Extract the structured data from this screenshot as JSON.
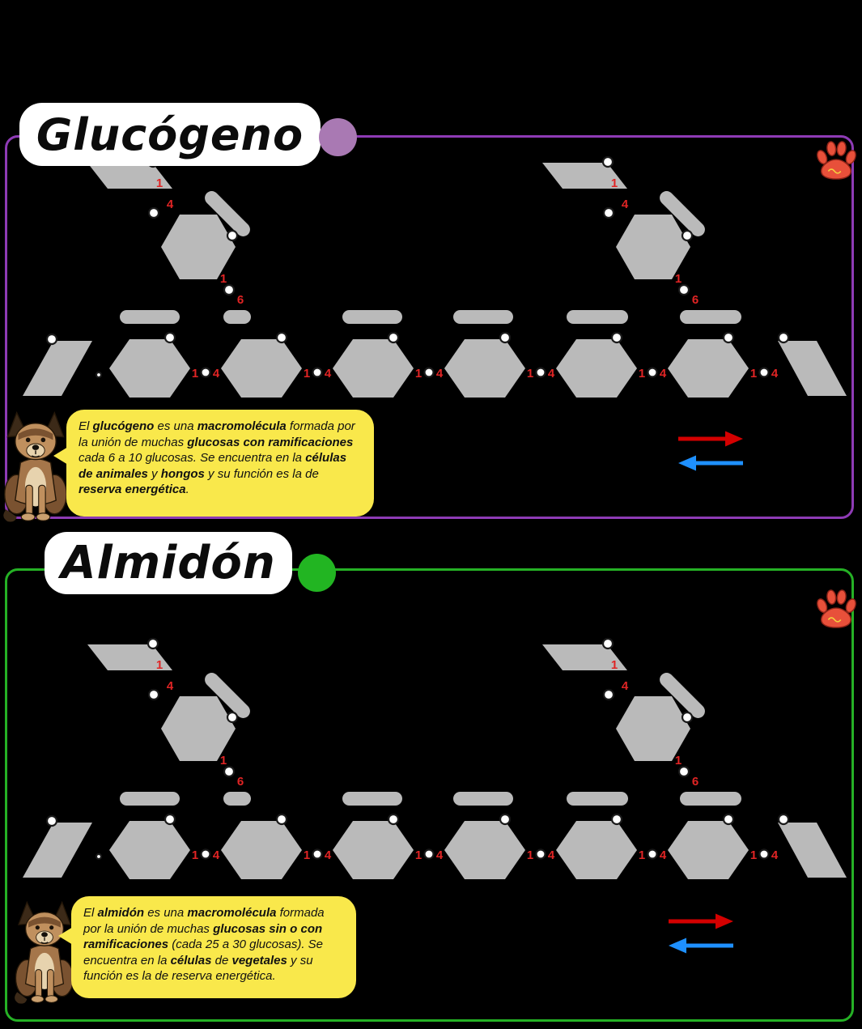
{
  "page": {
    "background": "#000000"
  },
  "bond_labels": {
    "c1": "1",
    "c4": "4",
    "c6": "6"
  },
  "icons": {
    "corner_logo": "paw-print",
    "mascot": "dog"
  },
  "sections": [
    {
      "title": "Glucógeno",
      "accent": "#8e3bb5",
      "dot_color": "#a979b3",
      "arrow_right_color": "#d40000",
      "arrow_left_color": "#1e90ff",
      "bubble_segments": [
        {
          "t": "El ",
          "b": false
        },
        {
          "t": "glucógeno",
          "b": true
        },
        {
          "t": " es una ",
          "b": false
        },
        {
          "t": "macromolécula",
          "b": true
        },
        {
          "t": " formada por la unión de muchas ",
          "b": false
        },
        {
          "t": "glucosas con ramificaciones",
          "b": true
        },
        {
          "t": " cada 6 a 10 glucosas. Se encuentra en la ",
          "b": false
        },
        {
          "t": "células de animales",
          "b": true
        },
        {
          "t": " y ",
          "b": false
        },
        {
          "t": "hongos",
          "b": true
        },
        {
          "t": " y su función es la de ",
          "b": false
        },
        {
          "t": "reserva energética",
          "b": true
        },
        {
          "t": ".",
          "b": false
        }
      ]
    },
    {
      "title": "Almidón",
      "accent": "#25b125",
      "dot_color": "#22b522",
      "arrow_right_color": "#d40000",
      "arrow_left_color": "#1e90ff",
      "bubble_segments": [
        {
          "t": "El ",
          "b": false
        },
        {
          "t": "almidón",
          "b": true
        },
        {
          "t": " es una ",
          "b": false
        },
        {
          "t": "macromolécula",
          "b": true
        },
        {
          "t": " formada por la unión de muchas ",
          "b": false
        },
        {
          "t": "glucosas sin o con ramificaciones",
          "b": true
        },
        {
          "t": " (cada 25 a 30 glucosas). Se encuentra en la ",
          "b": false
        },
        {
          "t": "células",
          "b": true
        },
        {
          "t": " de ",
          "b": false
        },
        {
          "t": "vegetales",
          "b": true
        },
        {
          "t": " y su función es la de reserva energética.",
          "b": false
        }
      ]
    }
  ]
}
